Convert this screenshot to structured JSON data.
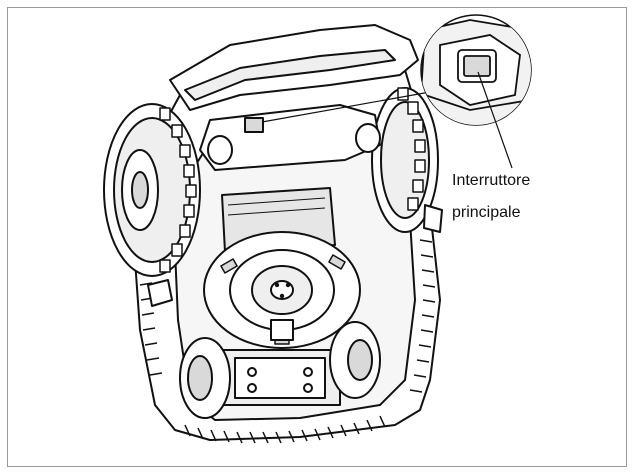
{
  "callout": {
    "line1": "Interruttore",
    "line2": "principale"
  },
  "icons": [
    "robot-mower-underside",
    "main-switch-detail"
  ],
  "colors": {
    "stroke": "#111111",
    "fill": "#ffffff",
    "shade": "#d9d9d9",
    "frame": "#9a9a9a"
  }
}
